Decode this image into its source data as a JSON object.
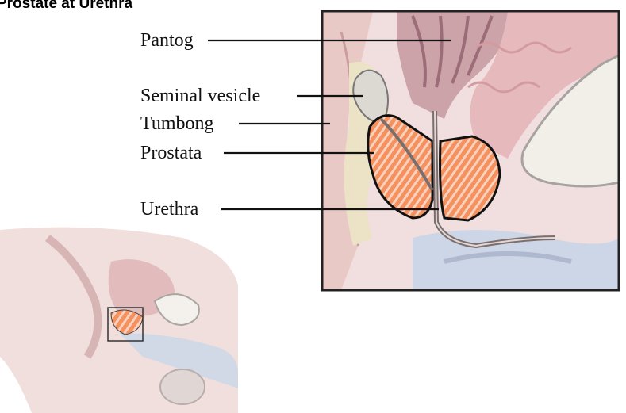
{
  "title": "Prostate at Urethra",
  "labels": {
    "pantog": "Pantog",
    "seminal_vesicle": "Seminal vesicle",
    "tumbong": "Tumbong",
    "prostata": "Prostata",
    "urethra": "Urethra"
  },
  "colors": {
    "prostate": "#f28a62",
    "tissue_pink": "#e8c4c4",
    "bladder": "#cfa9ad",
    "bone_blue": "#c9d3e3",
    "frame": "#222222"
  }
}
